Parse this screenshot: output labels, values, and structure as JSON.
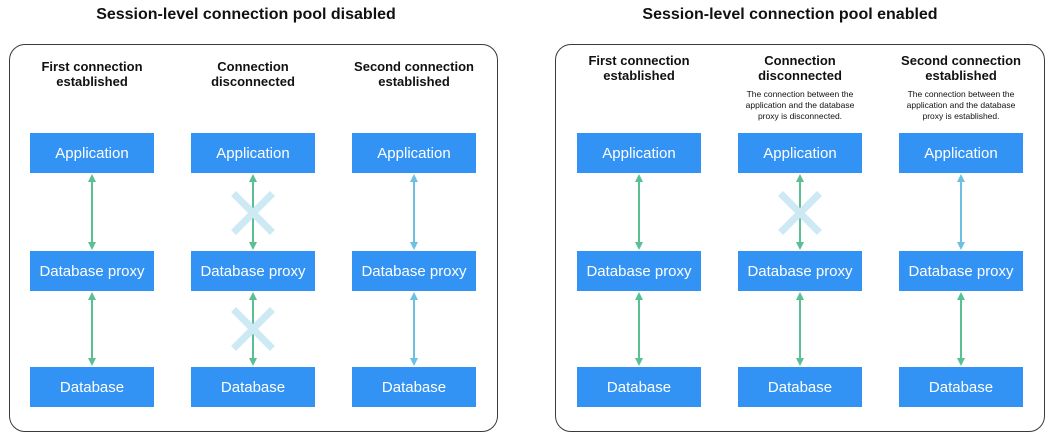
{
  "panels": [
    {
      "title": "Session-level connection pool disabled",
      "columns": [
        {
          "title_line1": "First connection",
          "title_line2": "established",
          "note": ""
        },
        {
          "title_line1": "Connection",
          "title_line2": "disconnected",
          "note": ""
        },
        {
          "title_line1": "Second connection",
          "title_line2": "established",
          "note": ""
        }
      ]
    },
    {
      "title": "Session-level connection pool enabled",
      "columns": [
        {
          "title_line1": "First connection",
          "title_line2": "established",
          "note": ""
        },
        {
          "title_line1": "Connection",
          "title_line2": "disconnected",
          "note_line1": "The connection between the",
          "note_line2": "application and the database",
          "note_line3": "proxy is disconnected."
        },
        {
          "title_line1": "Second connection",
          "title_line2": "established",
          "note_line1": "The connection between the",
          "note_line2": "application and the database",
          "note_line3": "proxy is established."
        }
      ]
    }
  ],
  "labels": {
    "application": "Application",
    "proxy": "Database proxy",
    "database": "Database"
  },
  "colors": {
    "box": "#3393f5",
    "arrow_green": "#5bbf94",
    "arrow_blue": "#6cc0e2",
    "cross": "#cdeaf4"
  }
}
